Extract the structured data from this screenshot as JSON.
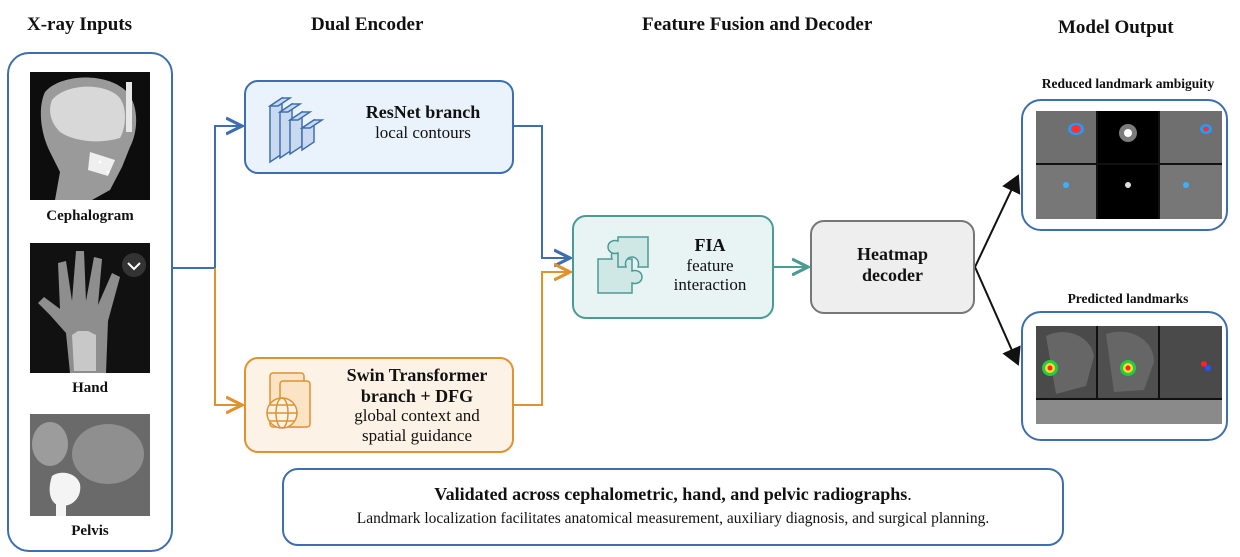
{
  "headers": {
    "inputs": "X-ray Inputs",
    "encoder": "Dual Encoder",
    "fusion": "Feature Fusion and Decoder",
    "output": "Model Output"
  },
  "inputs": [
    {
      "label": "Cephalogram"
    },
    {
      "label": "Hand"
    },
    {
      "label": "Pelvis"
    }
  ],
  "resnet": {
    "title": "ResNet branch",
    "subtitle": "local contours"
  },
  "swin": {
    "title_line1": "Swin Transformer",
    "title_line2": "branch + DFG",
    "sub_line1": "global context and",
    "sub_line2": "spatial guidance"
  },
  "fia": {
    "title": "FIA",
    "line1": "feature",
    "line2": "interaction"
  },
  "decoder": {
    "line1": "Heatmap",
    "line2": "decoder"
  },
  "outputs": {
    "ambiguity_label": "Reduced landmark ambiguity",
    "predicted_label": "Predicted landmarks"
  },
  "validation": {
    "line1": "Validated across cephalometric, hand, and pelvic radiographs",
    "line1_end": ".",
    "line2": "Landmark localization facilitates anatomical measurement, auxiliary diagnosis, and surgical planning."
  },
  "colors": {
    "blue": "#3d6fb0",
    "orange": "#e0922d",
    "teal": "#4a9a96",
    "gray": "#777777"
  }
}
